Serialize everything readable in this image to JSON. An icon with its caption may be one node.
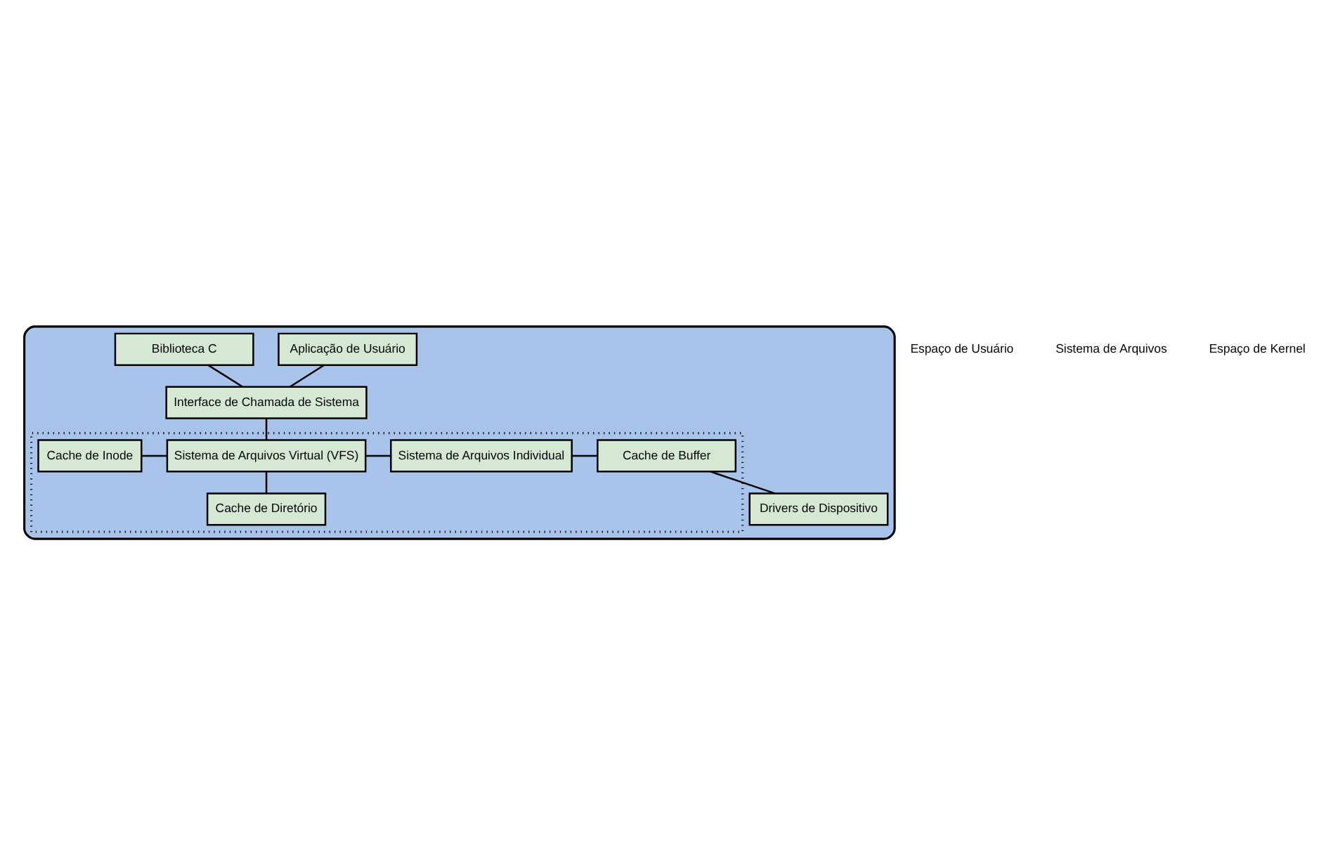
{
  "diagram": {
    "nodes": [
      {
        "text": [],
        "shape": "box"
      },
      {
        "text": [
          "Aplicação de Usuário"
        ],
        "in": 0
      },
      {
        "text": [
          "Biblioteca C"
        ],
        "in": 0
      },
      {
        "text": [
          "Interface de Chamada de Sistema"
        ],
        "in": 0
      },
      {
        "text": [],
        "shape": "box",
        "in": 0
      },
      {
        "text": [
          "Cache de Inode"
        ],
        "in": 4
      },
      {
        "text": [
          "Sistema de Arquivos Virtual (VFS)"
        ],
        "in": 4
      },
      {
        "text": [
          "Cache de Diretório"
        ],
        "in": 4
      },
      {
        "text": [
          "Sistema de Arquivos Individual"
        ],
        "in": 4
      },
      {
        "text": [
          "Cache de Buffer"
        ],
        "in": 4
      },
      {
        "text": [
          "Drivers de Dispositivo"
        ],
        "in": 0
      }
    ],
    "edges": [
      {
        "from": 1,
        "to": 3,
        "arrow": "none"
      },
      {
        "from": 2,
        "to": 3,
        "arrow": "none"
      },
      {
        "from": 3,
        "to": 6,
        "arrow": "none"
      },
      {
        "from": 5,
        "to": 6,
        "arrow": "none"
      },
      {
        "from": 6,
        "to": 7,
        "arrow": "none"
      },
      {
        "from": 6,
        "to": 8,
        "arrow": "none"
      },
      {
        "from": 8,
        "to": 9,
        "arrow": "none"
      },
      {
        "from": 9,
        "to": 10,
        "arrow": "none"
      }
    ],
    "labels": [
      "Espaço de Usuário",
      "Sistema de Arquivos",
      "Espaço de Kernel"
    ]
  }
}
